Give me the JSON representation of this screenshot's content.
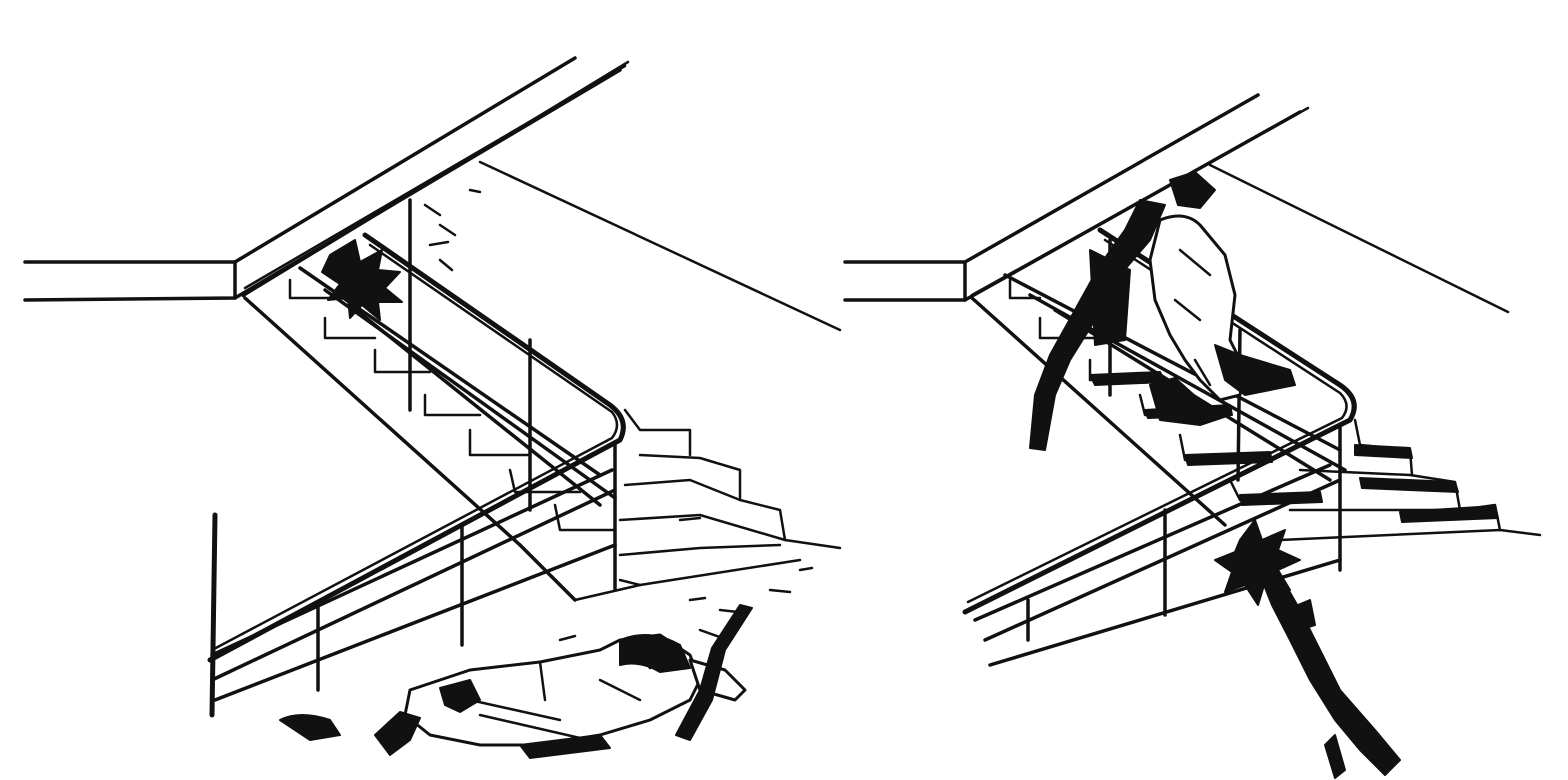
{
  "figure": {
    "panels": [
      {
        "name": "left-panel",
        "scene": "stairwell",
        "elements": [
          "ceiling-slab",
          "stair-flight",
          "handrail",
          "explosion-burst",
          "prone-soldier",
          "rifle"
        ]
      },
      {
        "name": "right-panel",
        "scene": "stairwell",
        "elements": [
          "ceiling-slab",
          "stair-flight",
          "handrail",
          "soldier-climbing",
          "rifle-silhouette",
          "explosion-burst",
          "rifle-pointing-up"
        ]
      }
    ],
    "ink_color": "#111111",
    "paper_color": "#ffffff"
  }
}
